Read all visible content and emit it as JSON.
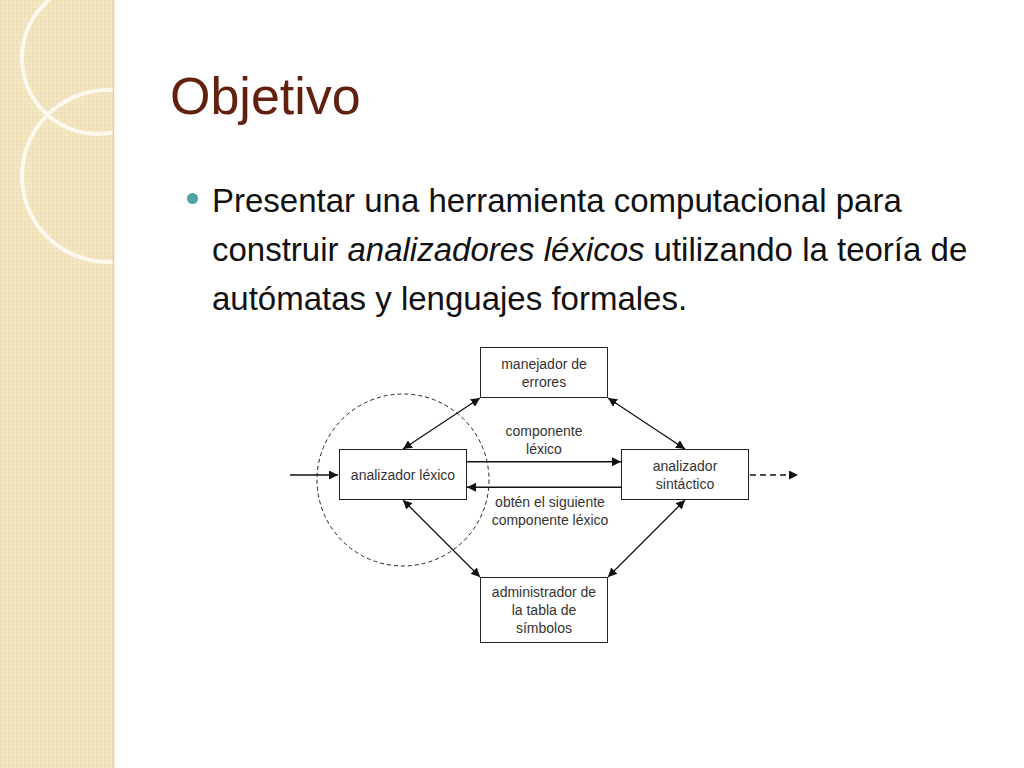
{
  "diagram": {
    "title": "Objetivo",
    "nodes": [
      {
        "text": [
          "manejador de errores"
        ]
      },
      {
        "text": [
          "analizador léxico"
        ]
      },
      {
        "text": [
          "analizador sintáctico"
        ]
      },
      {
        "text": [
          "administrador de la tabla de símbolos"
        ]
      }
    ],
    "edges": [
      {
        "from": 0,
        "to": 1,
        "arrow": "both"
      },
      {
        "from": 0,
        "to": 2,
        "arrow": "both"
      },
      {
        "from": 1,
        "to": 2,
        "label": "componente léxico",
        "arrow": "to"
      },
      {
        "from": 2,
        "to": 1,
        "label": "obtén el siguiente componente léxico",
        "arrow": "to"
      },
      {
        "from": 1,
        "to": 3,
        "arrow": "both"
      },
      {
        "from": 2,
        "to": 3,
        "arrow": "both"
      }
    ],
    "labels": [
      "Presentar una herramienta computacional para construir",
      "analizadores léxicos",
      "utilizando la teoría de autómatas y lenguajes formales."
    ]
  }
}
